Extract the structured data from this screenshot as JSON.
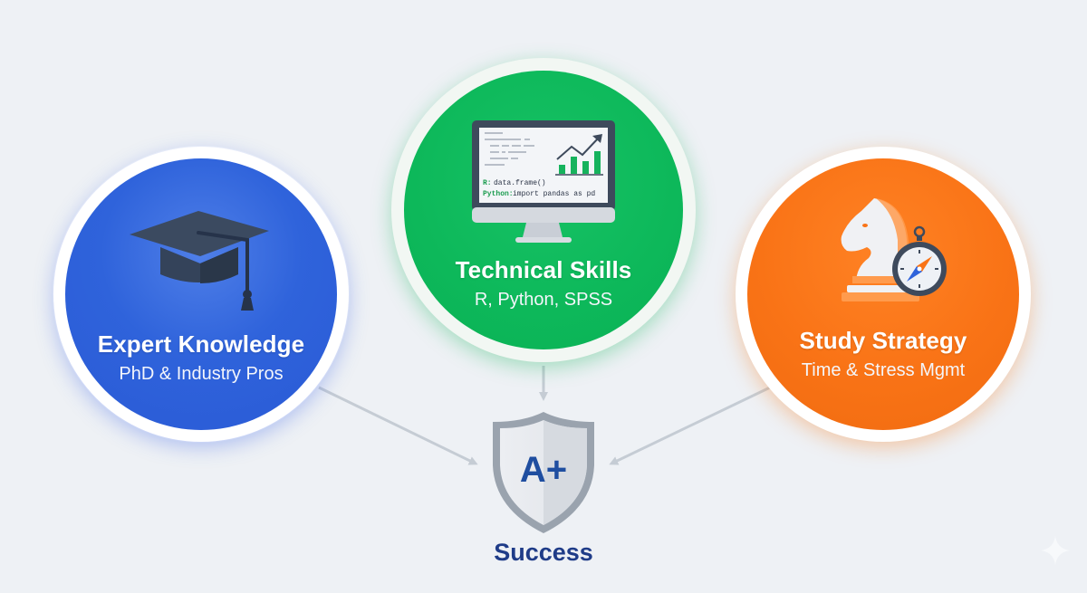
{
  "diagram": {
    "type": "convergence-flow",
    "colors": {
      "background": "#eef1f5",
      "expert": "#2f63db",
      "technical": "#0db85a",
      "strategy": "#f97316",
      "success_text": "#1f3c88",
      "arrow": "#c5ccd4"
    },
    "nodes": [
      {
        "id": "expert",
        "title": "Expert Knowledge",
        "subtitle": "PhD & Industry Pros",
        "icon": "graduation-cap-icon"
      },
      {
        "id": "technical",
        "title": "Technical Skills",
        "subtitle": "R, Python, SPSS",
        "icon": "monitor-chart-icon",
        "screen": {
          "code_line_1_label": "R:",
          "code_line_1_text": " data.frame()",
          "code_line_2_label": "Python:",
          "code_line_2_text": " import pandas as pd"
        }
      },
      {
        "id": "strategy",
        "title": "Study Strategy",
        "subtitle": "Time & Stress Mgmt",
        "icon": "chess-knight-compass-icon"
      }
    ],
    "outcome": {
      "badge": "A+",
      "label": "Success",
      "icon": "shield-icon"
    },
    "edges": [
      {
        "from": "expert",
        "to": "outcome"
      },
      {
        "from": "technical",
        "to": "outcome"
      },
      {
        "from": "strategy",
        "to": "outcome"
      }
    ]
  }
}
